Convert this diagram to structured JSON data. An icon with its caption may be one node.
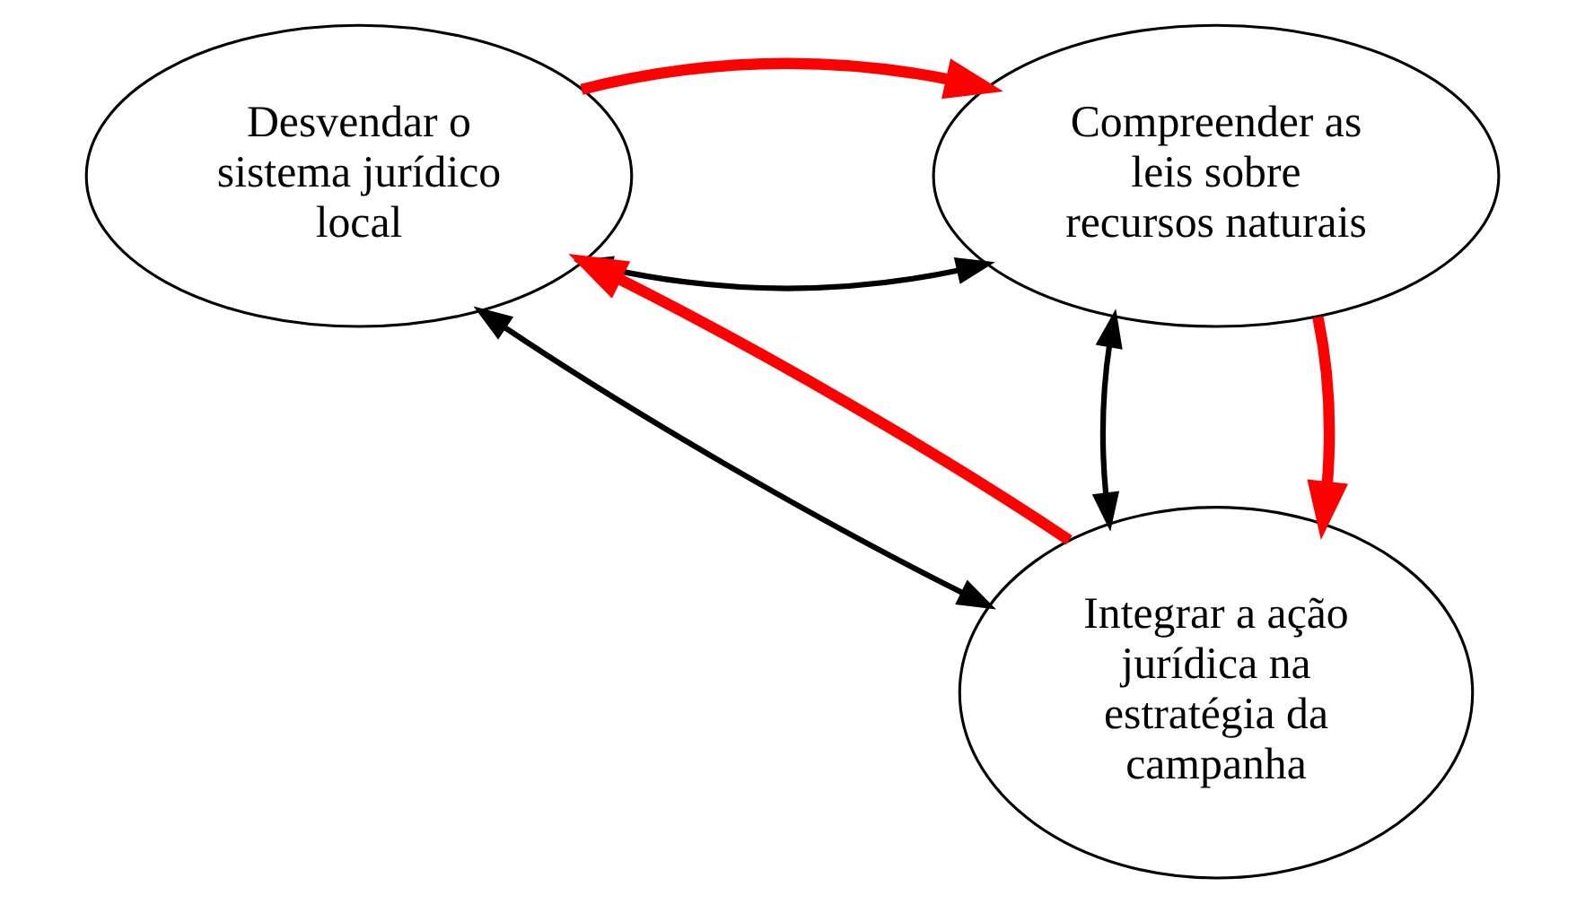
{
  "diagram": {
    "nodes": [
      {
        "text": [
          "Desvendar o sistema jurídico local"
        ]
      },
      {
        "text": [
          "Compreender as leis sobre recursos naturais"
        ]
      },
      {
        "text": [
          "Integrar a ação jurídica na estratégia da campanha"
        ]
      }
    ],
    "edges": [
      {
        "from": 0,
        "to": 1,
        "arrow": "both"
      },
      {
        "from": 0,
        "to": 2,
        "arrow": "both"
      },
      {
        "from": 1,
        "to": 2,
        "arrow": "both"
      },
      {
        "from": 0,
        "to": 1,
        "arrow": "to",
        "style": "thick",
        "color": "#ff0000"
      },
      {
        "from": 1,
        "to": 2,
        "arrow": "to",
        "style": "thick",
        "color": "#ff0000"
      },
      {
        "from": 2,
        "to": 0,
        "arrow": "to",
        "style": "thick",
        "color": "#ff0000"
      }
    ]
  }
}
